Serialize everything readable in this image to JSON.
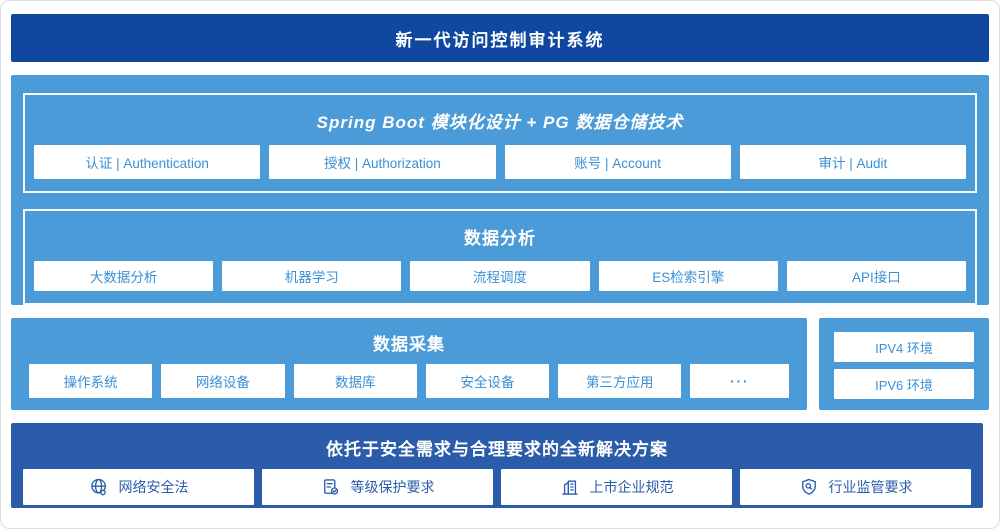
{
  "colors": {
    "banner-blue": "#10489f",
    "section-blue": "#4a9bd8",
    "solution-blue": "#2b5ca9",
    "chip-text-blue": "#3b90d4"
  },
  "header": {
    "title": "新一代访问控制审计系统"
  },
  "platform": {
    "spring": {
      "title": "Spring Boot 模块化设计 + PG 数据仓储技术",
      "modules": [
        "认证 | Authentication",
        "授权 | Authorization",
        "账号 | Account",
        "审计 | Audit"
      ]
    },
    "analysis": {
      "title": "数据分析",
      "modules": [
        "大数据分析",
        "机器学习",
        "流程调度",
        "ES检索引擎",
        "API接口"
      ]
    }
  },
  "collection": {
    "title": "数据采集",
    "sources": [
      "操作系统",
      "网络设备",
      "数据库",
      "安全设备",
      "第三方应用",
      "···"
    ]
  },
  "environments": {
    "items": [
      "IPV4 环境",
      "IPV6 环境"
    ]
  },
  "solution": {
    "title": "依托于安全需求与合理要求的全新解决方案",
    "items": [
      {
        "icon": "globe-network-icon",
        "label": "网络安全法"
      },
      {
        "icon": "document-check-icon",
        "label": "等级保护要求"
      },
      {
        "icon": "building-icon",
        "label": "上市企业规范"
      },
      {
        "icon": "shield-search-icon",
        "label": "行业监管要求"
      }
    ]
  }
}
